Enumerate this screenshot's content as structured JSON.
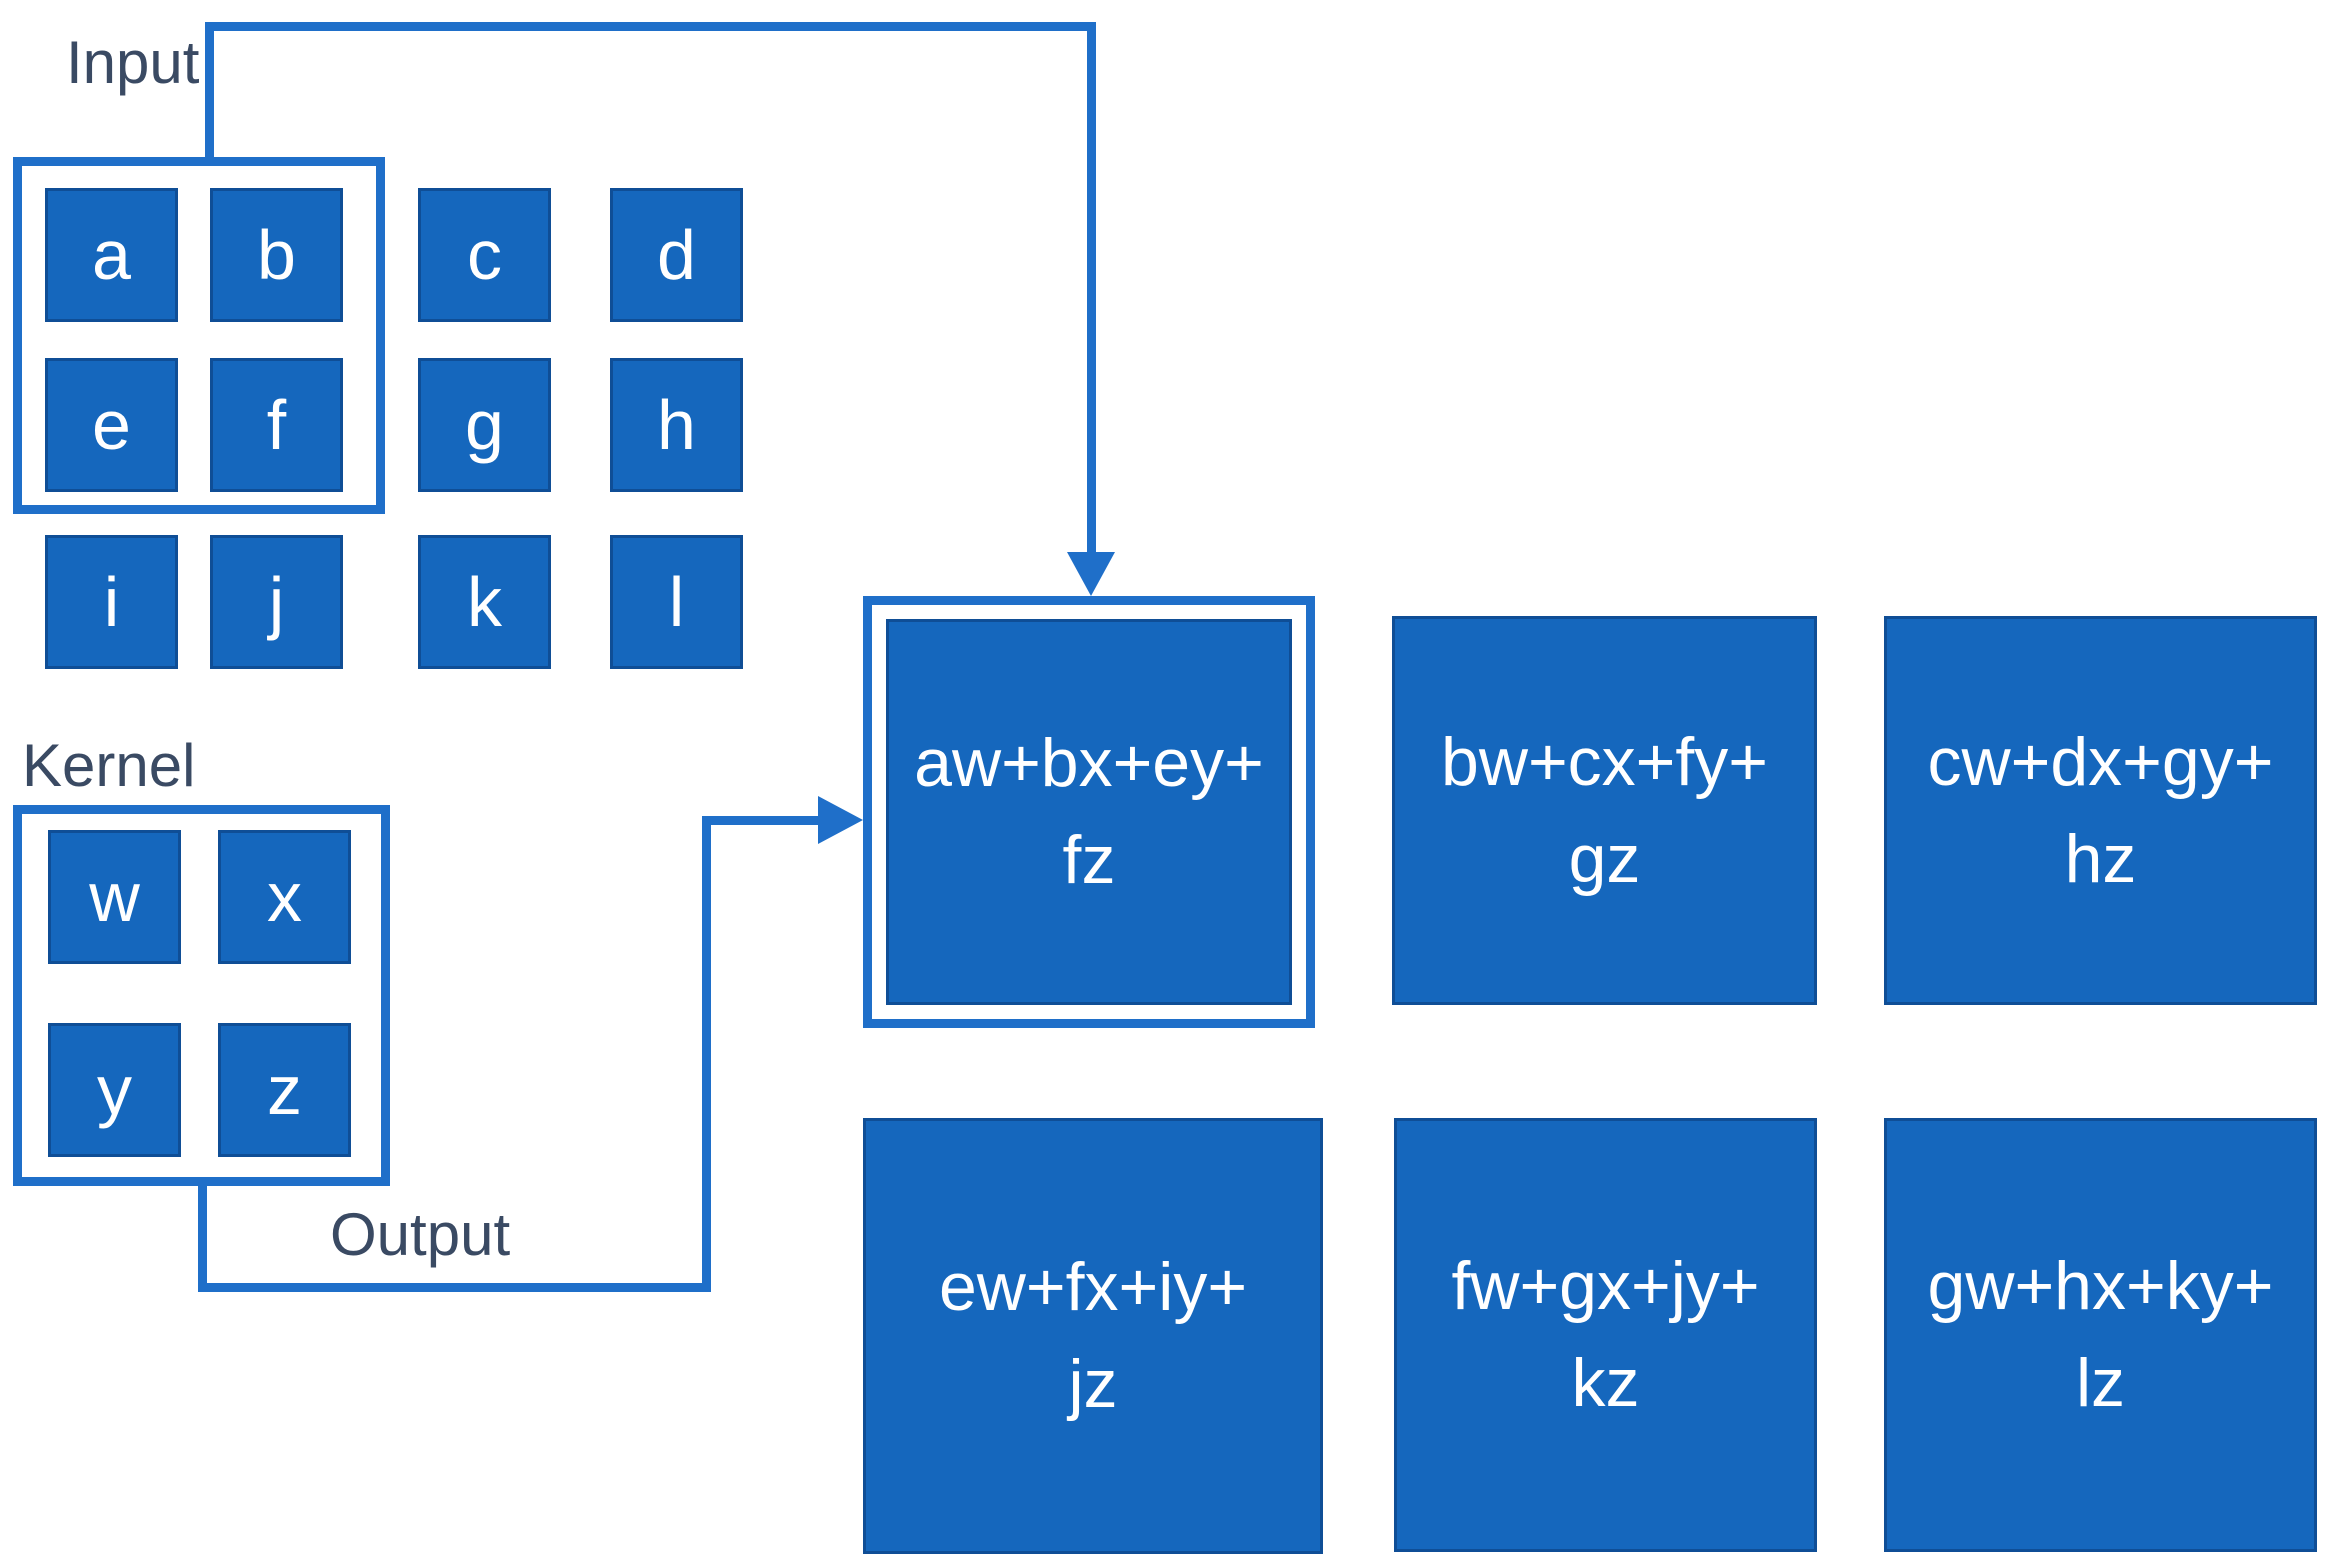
{
  "labels": {
    "input": "Input",
    "kernel": "Kernel",
    "output": "Output"
  },
  "colors": {
    "cell_fill": "#1567BD",
    "cell_border": "#0F4E96",
    "connector_line": "#1F6FC9",
    "label_text": "#3A4A63",
    "cell_text": "#FFFFFF",
    "background": "#FFFFFF"
  },
  "input": {
    "cells": [
      "a",
      "b",
      "c",
      "d",
      "e",
      "f",
      "g",
      "h",
      "i",
      "j",
      "k",
      "l"
    ],
    "highlighted_cells": [
      "a",
      "b",
      "e",
      "f"
    ]
  },
  "kernel": {
    "cells": [
      "w",
      "x",
      "y",
      "z"
    ]
  },
  "output": {
    "boxes": [
      {
        "line1": "aw+bx+ey+",
        "line2": "fz",
        "highlighted": true
      },
      {
        "line1": "bw+cx+fy+",
        "line2": "gz",
        "highlighted": false
      },
      {
        "line1": "cw+dx+gy+",
        "line2": "hz",
        "highlighted": false
      },
      {
        "line1": "ew+fx+iy+",
        "line2": "jz",
        "highlighted": false
      },
      {
        "line1": "fw+gx+jy+",
        "line2": "kz",
        "highlighted": false
      },
      {
        "line1": "gw+hx+ky+",
        "line2": "lz",
        "highlighted": false
      }
    ]
  }
}
